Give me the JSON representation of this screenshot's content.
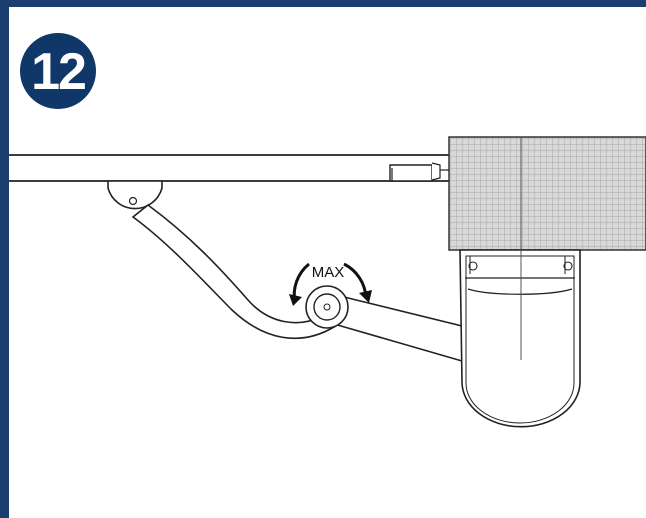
{
  "step": {
    "number": "12",
    "badge_color": "#0f3767"
  },
  "frame": {
    "border_color": "#1b3e6e"
  },
  "diagram": {
    "adjust_label": "MAX",
    "parts": [
      "gate-beam",
      "bracket",
      "articulated-arm",
      "adjustment-knob",
      "operator-housing",
      "pillar"
    ]
  }
}
